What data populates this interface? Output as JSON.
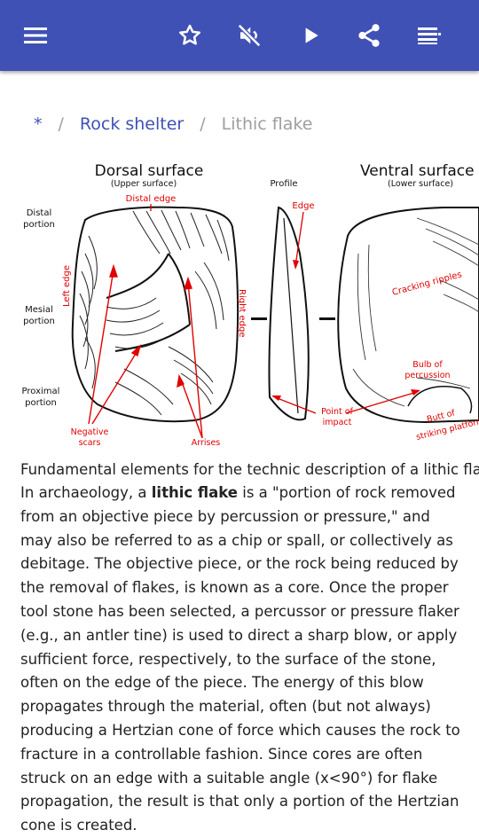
{
  "toolbar": {
    "icons": [
      "menu-icon",
      "star-icon",
      "volume-off-icon",
      "play-icon",
      "share-icon",
      "list-icon"
    ],
    "color": "#3F51B5"
  },
  "breadcrumb": {
    "root": "*",
    "parent": "Rock shelter",
    "current": "Lithic flake"
  },
  "figure": {
    "dorsal_title": "Dorsal surface",
    "dorsal_sub": "(Upper surface)",
    "profile_title": "Profile",
    "ventral_title": "Ventral surface",
    "ventral_sub": "(Lower surface)",
    "distal_edge": "Distal edge",
    "distal_portion_1": "Distal",
    "distal_portion_2": "portion",
    "mesial_portion_1": "Mesial",
    "mesial_portion_2": "portion",
    "proximal_portion_1": "Proximal",
    "proximal_portion_2": "portion",
    "left_edge": "Left edge",
    "right_edge": "Right edge",
    "edge": "Edge",
    "negative_scars_1": "Negative",
    "negative_scars_2": "scars",
    "arrises": "Arrises",
    "cracking_ripples": "Cracking ripples",
    "bulb_1": "Bulb of",
    "bulb_2": "percussion",
    "point_1": "Point of",
    "point_2": "impact",
    "butt_1": "Butt of",
    "butt_2": "striking platform"
  },
  "caption": "Fundamental elements for the technic description of a lithic flake",
  "article": {
    "intro_prefix": "In archaeology, a ",
    "term": "lithic flake",
    "body": " is a \"portion of rock removed from an objective piece by percussion or pressure,\" and may also be referred to as a chip or spall, or collectively as debitage. The objective piece, or the rock being reduced by the removal of flakes, is known as a core. Once the proper tool stone has been selected, a percussor or pressure flaker (e.g., an antler tine) is used to direct a sharp blow, or apply sufficient force, respectively, to the surface of the stone, often on the edge of the piece. The energy of this blow propagates through the material, often (but not always) producing a Hertzian cone of force which causes the rock to fracture in a controllable fashion. Since cores are often struck on an edge with a suitable angle (x<90°) for flake propagation, the result is that only a portion of the Hertzian cone is created."
  }
}
